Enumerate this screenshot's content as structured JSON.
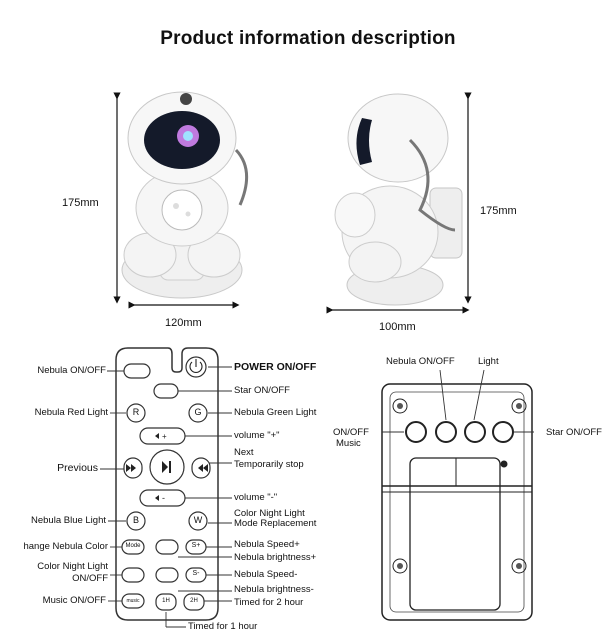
{
  "title": "Product information description",
  "dimensions": {
    "front_height": "175mm",
    "side_height": "175mm",
    "front_width": "120mm",
    "side_depth": "100mm"
  },
  "remote": {
    "left_labels": {
      "nebula_onoff": "Nebula ON/OFF",
      "nebula_red": "Nebula Red Light",
      "previous": "Previous",
      "nebula_blue": "Nebula Blue Light",
      "change_color": "hange Nebula Color",
      "color_night_1": "Color Night Light",
      "color_night_2": "ON/OFF",
      "music": "Music ON/OFF"
    },
    "right_labels": {
      "power": "POWER ON/OFF",
      "star": "Star ON/OFF",
      "nebula_green": "Nebula Green Light",
      "volume_up": "volume \"+\"",
      "next": "Next",
      "pause": "Temporarily stop",
      "volume_down": "volume \"-\"",
      "mode_1": "Color Night Light",
      "mode_2": "Mode Replacement",
      "speed_up": "Nebula Speed+",
      "bright_up": "Nebula brightness+",
      "speed_down": "Nebula Speed-",
      "bright_down": "Nebula brightness-",
      "timer2": "Timed for 2 hour"
    },
    "bottom_label": "Timed for 1 hour",
    "buttons": {
      "r": "R",
      "g": "G",
      "b": "B",
      "w": "W",
      "mode": "Mode",
      "splus": "S+",
      "sminus": "S-",
      "music": "music",
      "h1": "1H",
      "h2": "2H",
      "power": "⏻"
    }
  },
  "device_back": {
    "nebula_onoff": "Nebula ON/OFF",
    "light": "Light",
    "onoff_music_1": "ON/OFF",
    "onoff_music_2": "Music",
    "star": "Star ON/OFF"
  }
}
